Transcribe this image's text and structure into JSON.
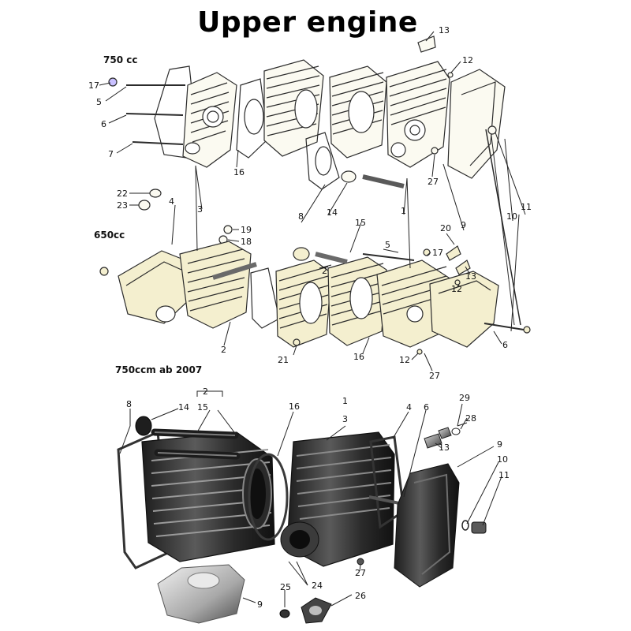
{
  "title": "Upper engine",
  "sections": {
    "s750": "750 cc",
    "s650": "650cc",
    "s2007": "750ccm ab 2007"
  },
  "callouts": {
    "t_13": "13",
    "t_12": "12",
    "t_17": "17",
    "t_5": "5",
    "t_6": "6",
    "t_7": "7",
    "t_16": "16",
    "t_27": "27",
    "t_22": "22",
    "t_23": "23",
    "t_4": "4",
    "t_3": "3",
    "t_8": "8",
    "t_14": "14",
    "t_1": "1",
    "t_9": "9",
    "t_10": "10",
    "t_11": "11",
    "t_19": "19",
    "t_18": "18",
    "t_15": "15",
    "m_5": "5",
    "m_20": "20",
    "m_17": "17",
    "m_2": "2",
    "m_13": "13",
    "m_12": "12",
    "m_2b": "2",
    "m_6": "6",
    "m_21": "21",
    "m_16": "16",
    "m_12b": "12",
    "m_27": "27",
    "b_2": "2",
    "b_8": "8",
    "b_14": "14",
    "b_15": "15",
    "b_16": "16",
    "b_1": "1",
    "b_3": "3",
    "b_4": "4",
    "b_6": "6",
    "b_29": "29",
    "b_28": "28",
    "b_13": "13",
    "b_9": "9",
    "b_10": "10",
    "b_11": "11",
    "b_27": "27",
    "b_24": "24",
    "b_25": "25",
    "b_26": "26",
    "b_9b": "9"
  },
  "colors": {
    "line_art": "#2b2b2b",
    "line_fill": "#fbfaf1",
    "cream": "#f4efcf",
    "photo_dark": "#2e2e2e",
    "photo_mid": "#6a6a6a",
    "photo_light": "#bdbdbd"
  }
}
